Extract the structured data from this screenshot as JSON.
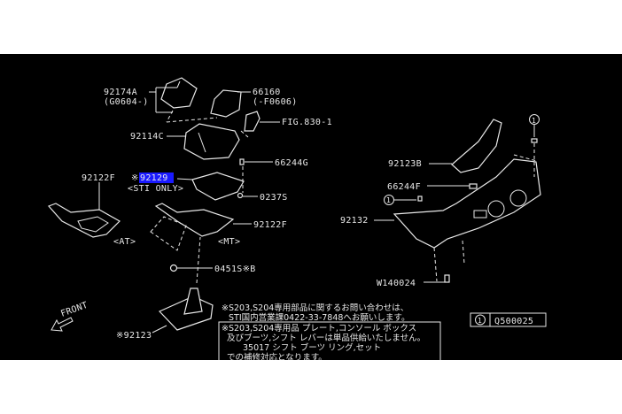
{
  "labels": {
    "p92174A": "92174A",
    "p92174A_note": "(G0604-)",
    "p66160": "66160",
    "p66160_note": "(-F0606)",
    "fig": "FIG.830-1",
    "p92114C": "92114C",
    "p66244G": "66244G",
    "p92122F_at": "92122F",
    "p92129_mark": "※",
    "p92129": "92129",
    "sti_only": "<STI ONLY>",
    "p0237S": "0237S",
    "at": "<AT>",
    "mt": "<MT>",
    "p92122F_mt": "92122F",
    "p0451S": "0451S※B",
    "front": "FRONT",
    "p92123": "※92123",
    "p92123B": "92123B",
    "p66244F": "66244F",
    "p92132": "92132",
    "pW140024": "W140024",
    "circled_1": "1"
  },
  "notes": {
    "line1": "※S203,S204専用部品に関するお問い合わせは、",
    "line2": "STI国内営業課0422-33-7848へお願いします。",
    "box_line1": "※S203,S204専用品 プレート,コンソール ボックス",
    "box_line2": "及びブーツ,シフト レバーは単品供給いたしません。",
    "box_line3": "35017 シフト ブーツ リング,セット",
    "box_line4": "での補修対応となります。"
  },
  "legend": {
    "symbol": "1",
    "part": "Q500025"
  },
  "diagram_id": "A0200114",
  "colors": {
    "background": "#000000",
    "line": "#e8e8e8",
    "highlight": "#1a1aff"
  }
}
